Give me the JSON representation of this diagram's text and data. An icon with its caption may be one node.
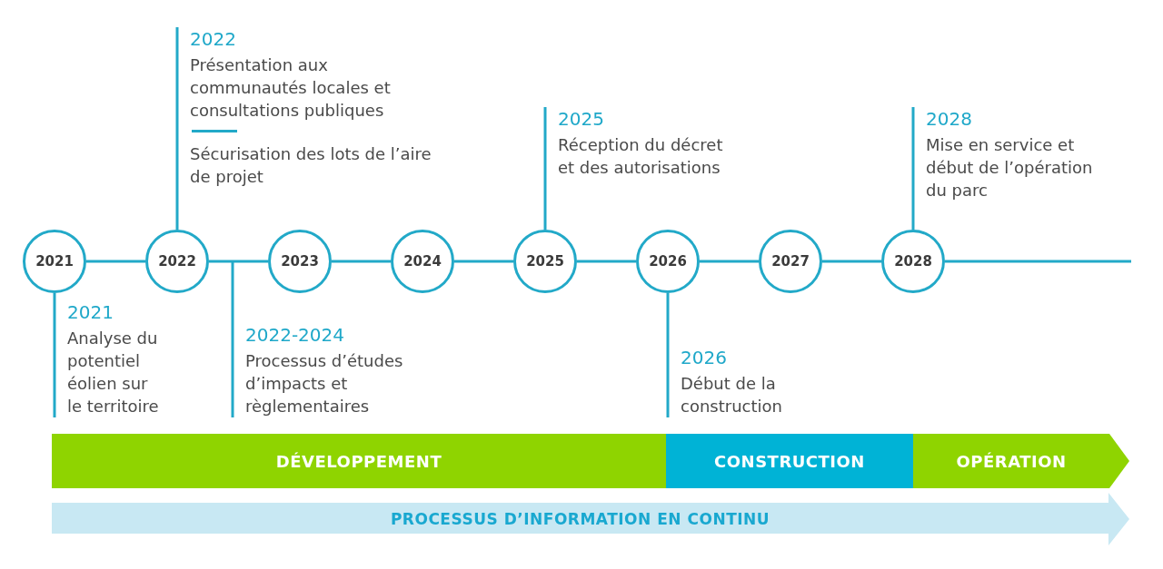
{
  "diagram": {
    "nodes": [
      {
        "text": [
          "2021"
        ]
      },
      {
        "text": [
          "2022"
        ]
      },
      {
        "text": [
          "2023"
        ]
      },
      {
        "text": [
          "2024"
        ]
      },
      {
        "text": [
          "2025"
        ]
      },
      {
        "text": [
          "2026"
        ]
      },
      {
        "text": [
          "2027"
        ]
      },
      {
        "text": [
          "2028"
        ]
      },
      {
        "text": [
          "2021",
          "Analyse du potentiel éolien sur le territoire"
        ]
      },
      {
        "text": [
          "2022",
          "Présentation aux communautés locales et consultations publiques",
          "Sécurisation des lots de l’aire de projet"
        ]
      },
      {
        "text": [
          "2022-2024",
          "Processus d’études d’impacts et règlementaires"
        ]
      },
      {
        "text": [
          "2025",
          "Réception du décret et des autorisations"
        ]
      },
      {
        "text": [
          "2026",
          "Début de la construction"
        ]
      },
      {
        "text": [
          "2028",
          "Mise en service et début de l’opération du parc"
        ]
      },
      {
        "text": [
          "DÉVELOPPEMENT"
        ]
      },
      {
        "text": [
          "CONSTRUCTION"
        ]
      },
      {
        "text": [
          "OPÉRATION"
        ]
      },
      {
        "text": [
          "PROCESSUS D’INFORMATION EN CONTINU"
        ]
      }
    ],
    "edges": [
      {
        "from": 0,
        "to": 1,
        "arrow": "none"
      },
      {
        "from": 1,
        "to": 2,
        "arrow": "none"
      },
      {
        "from": 2,
        "to": 3,
        "arrow": "none"
      },
      {
        "from": 3,
        "to": 4,
        "arrow": "none"
      },
      {
        "from": 4,
        "to": 5,
        "arrow": "none"
      },
      {
        "from": 5,
        "to": 6,
        "arrow": "none"
      },
      {
        "from": 6,
        "to": 7,
        "arrow": "none"
      },
      {
        "from": 7,
        "to": null,
        "arrow": "none"
      },
      {
        "from": 0,
        "to": 8,
        "arrow": "none"
      },
      {
        "from": 1,
        "to": 9,
        "arrow": "none"
      },
      {
        "from": null,
        "to": 10,
        "arrow": "none"
      },
      {
        "from": 4,
        "to": 11,
        "arrow": "none"
      },
      {
        "from": 5,
        "to": 12,
        "arrow": "none"
      },
      {
        "from": 7,
        "to": 13,
        "arrow": "none"
      }
    ]
  }
}
